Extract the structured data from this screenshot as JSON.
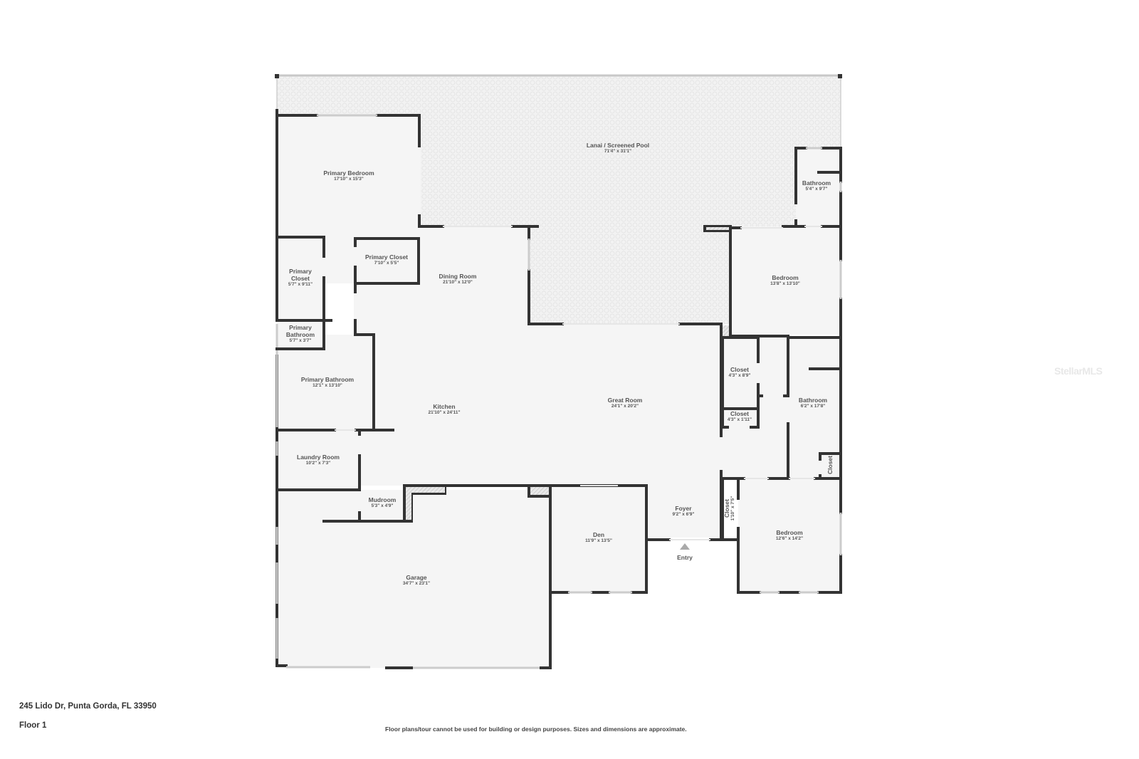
{
  "property": {
    "address": "245 Lido Dr, Punta Gorda, FL 33950",
    "floor": "Floor 1",
    "disclaimer": "Floor plans/tour cannot be used for building or design purposes. Sizes and dimensions are approximate.",
    "watermark": "StellarMLS"
  },
  "entry": {
    "label": "Entry",
    "icon": "triangle-up-icon"
  },
  "colors": {
    "wall": "#333333",
    "floor": "#f5f5f5",
    "lanai": "#f0f0f0",
    "window": "#d8d8d8",
    "text": "#555555"
  },
  "rooms": [
    {
      "id": "lanai",
      "name": "Lanai / Screened Pool",
      "dim": "71'4\" x 31'1\""
    },
    {
      "id": "primary-bedroom",
      "name": "Primary Bedroom",
      "dim": "17'10\" x 15'3\""
    },
    {
      "id": "primary-closet-1",
      "name": "Primary Closet",
      "dim": "5'7\" x 9'11\""
    },
    {
      "id": "primary-closet-2",
      "name": "Primary Closet",
      "dim": "7'10\" x 5'5\""
    },
    {
      "id": "primary-bathroom-1",
      "name": "Primary Bathroom",
      "dim": "5'7\" x 3'7\""
    },
    {
      "id": "primary-bathroom-2",
      "name": "Primary Bathroom",
      "dim": "12'1\" x 13'10\""
    },
    {
      "id": "laundry-room",
      "name": "Laundry Room",
      "dim": "10'2\" x 7'3\""
    },
    {
      "id": "mudroom",
      "name": "Mudroom",
      "dim": "5'3\" x 4'9\""
    },
    {
      "id": "dining-room",
      "name": "Dining Room",
      "dim": "21'10\" x 12'0\""
    },
    {
      "id": "kitchen",
      "name": "Kitchen",
      "dim": "21'10\" x 24'11\""
    },
    {
      "id": "great-room",
      "name": "Great Room",
      "dim": "24'1\" x 20'2\""
    },
    {
      "id": "garage",
      "name": "Garage",
      "dim": "34'7\" x 23'1\""
    },
    {
      "id": "den",
      "name": "Den",
      "dim": "11'9\" x 13'5\""
    },
    {
      "id": "foyer",
      "name": "Foyer",
      "dim": "9'2\" x 6'9\""
    },
    {
      "id": "bathroom-1",
      "name": "Bathroom",
      "dim": "5'4\" x 9'7\""
    },
    {
      "id": "bedroom-1",
      "name": "Bedroom",
      "dim": "13'8\" x 13'10\""
    },
    {
      "id": "closet-1",
      "name": "Closet",
      "dim": "4'3\" x 8'9\""
    },
    {
      "id": "closet-2",
      "name": "Closet",
      "dim": "4'3\" x 1'11\""
    },
    {
      "id": "bathroom-2",
      "name": "Bathroom",
      "dim": "6'2\" x 17'8\""
    },
    {
      "id": "closet-3",
      "name": "Closet",
      "dim": ""
    },
    {
      "id": "closet-4",
      "name": "Closet",
      "dim": "1'10\" x 7'5\""
    },
    {
      "id": "bedroom-2",
      "name": "Bedroom",
      "dim": "12'6\" x 14'2\""
    }
  ]
}
